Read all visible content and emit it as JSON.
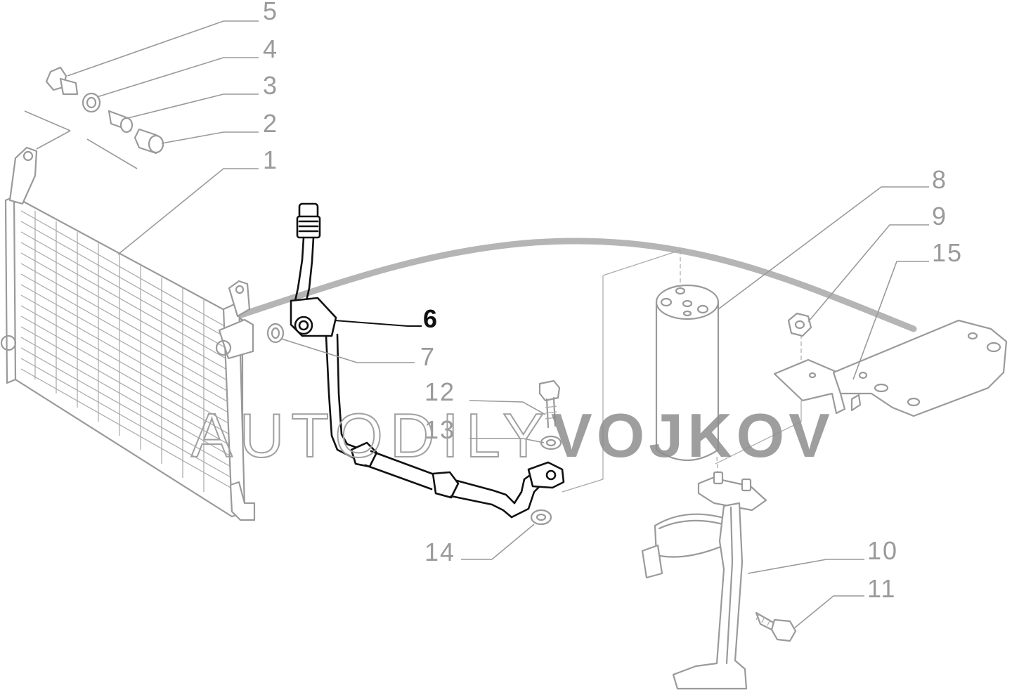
{
  "labels": {
    "l1": "1",
    "l2": "2",
    "l3": "3",
    "l4": "4",
    "l5": "5",
    "l6": "6",
    "l7": "7",
    "l8": "8",
    "l9": "9",
    "l10": "10",
    "l11": "11",
    "l12": "12",
    "l13": "13",
    "l14": "14",
    "l15": "15"
  },
  "watermark": {
    "light": "AUTODILY",
    "bold": "VOJKOV"
  },
  "colors": {
    "highlight": "#111111",
    "faded": "#9a9a9a"
  }
}
